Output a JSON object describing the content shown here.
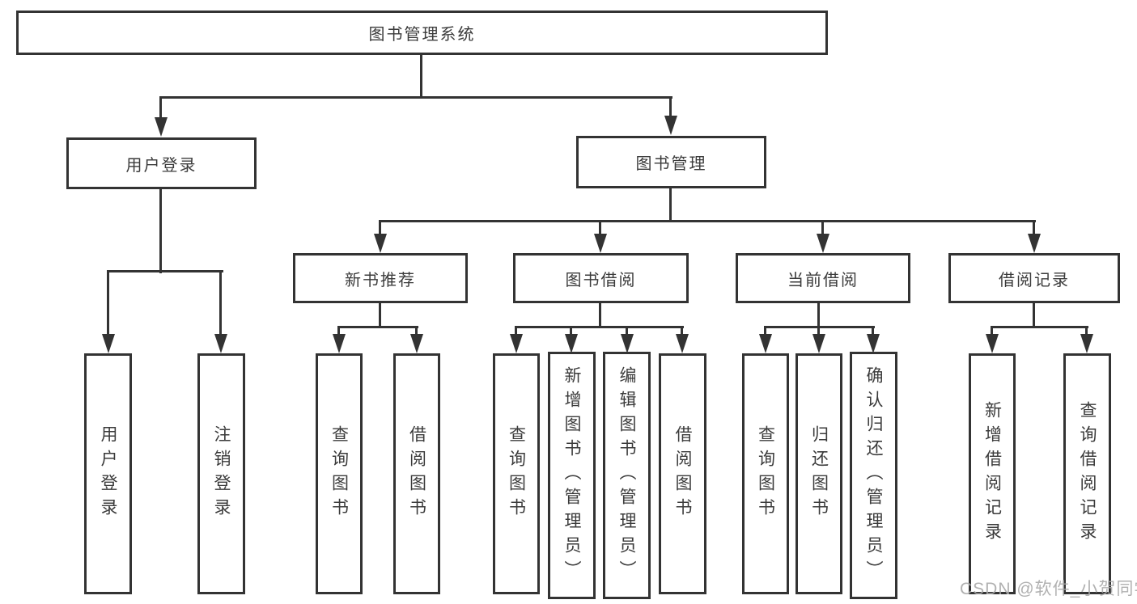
{
  "diagram": {
    "root": "图书管理系统",
    "level2": [
      "用户登录",
      "图书管理"
    ],
    "level3": [
      "新书推荐",
      "图书借阅",
      "当前借阅",
      "借阅记录"
    ],
    "leaves_user_login": [
      "用户登录",
      "注销登录"
    ],
    "leaves_new_book": [
      "查询图书",
      "借阅图书"
    ],
    "leaves_book_borrow": [
      "查询图书",
      "新增图书（管理员）",
      "编辑图书（管理员）",
      "借阅图书"
    ],
    "leaves_current_borrow": [
      "查询图书",
      "归还图书",
      "确认归还（管理员）"
    ],
    "leaves_borrow_records": [
      "新增借阅记录",
      "查询借阅记录"
    ]
  },
  "watermark": "CSDN @软件_小贺同学",
  "colors": {
    "line": "#333333",
    "text": "#3b3b3b",
    "background": "#ffffff",
    "watermark": "#a8a8a8"
  }
}
